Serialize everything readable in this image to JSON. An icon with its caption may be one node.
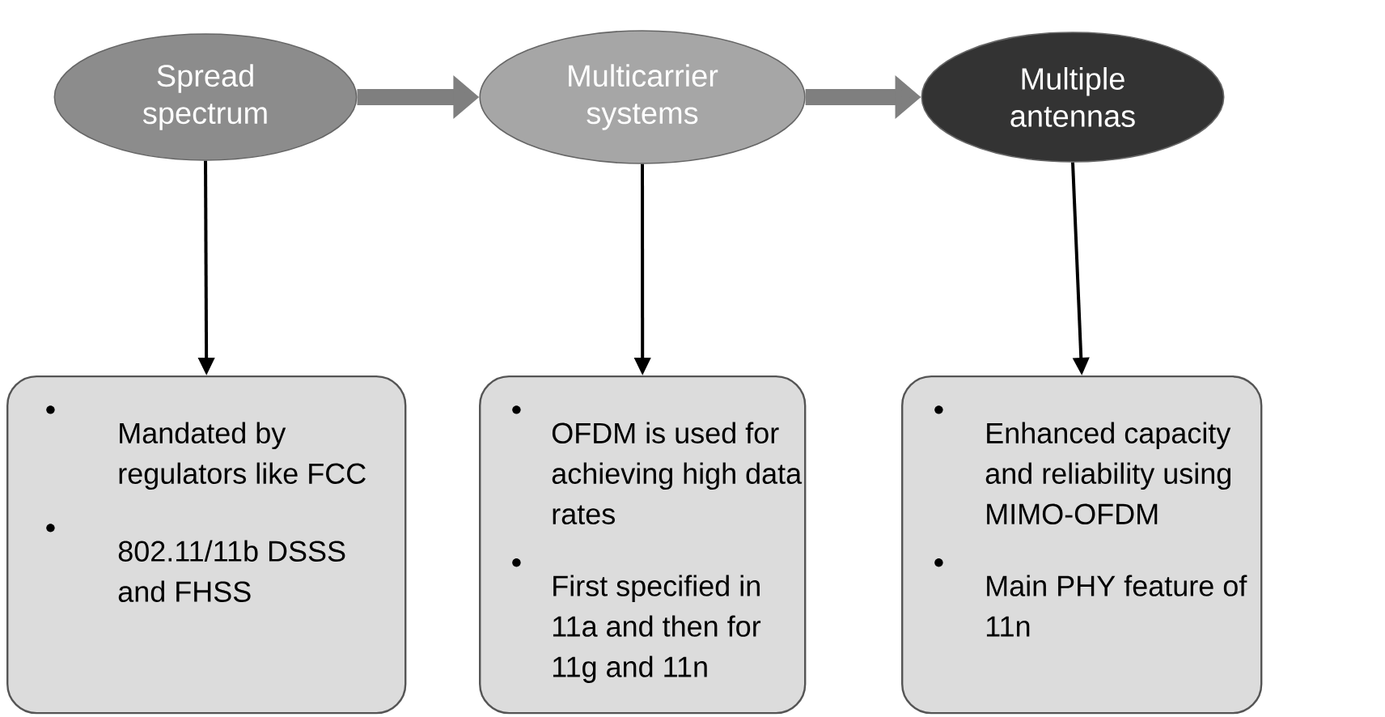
{
  "diagram": {
    "nodes": [
      {
        "text": [
          "Spread spectrum"
        ]
      },
      {
        "text": [
          "Multicarrier systems"
        ]
      },
      {
        "text": [
          "Multiple antennas"
        ]
      },
      {
        "text": [
          "Mandated by regulators like FCC",
          "802.11/11b DSSS and FHSS"
        ]
      },
      {
        "text": [
          "OFDM is used for achieving high data rates",
          "First specified in 11a and then for 11g and 11n"
        ]
      },
      {
        "text": [
          "Enhanced capacity and reliability using MIMO-OFDM",
          "Main PHY feature of 11n"
        ]
      }
    ],
    "edges": [
      {
        "from": 0,
        "to": 1,
        "arrow": "to",
        "style": "thick",
        "color": "#7f7f7f"
      },
      {
        "from": 1,
        "to": 2,
        "arrow": "to",
        "style": "thick",
        "color": "#7f7f7f"
      },
      {
        "from": 0,
        "to": 3,
        "arrow": "to"
      },
      {
        "from": 1,
        "to": 4,
        "arrow": "to"
      },
      {
        "from": 2,
        "to": 5,
        "arrow": "to"
      }
    ]
  }
}
